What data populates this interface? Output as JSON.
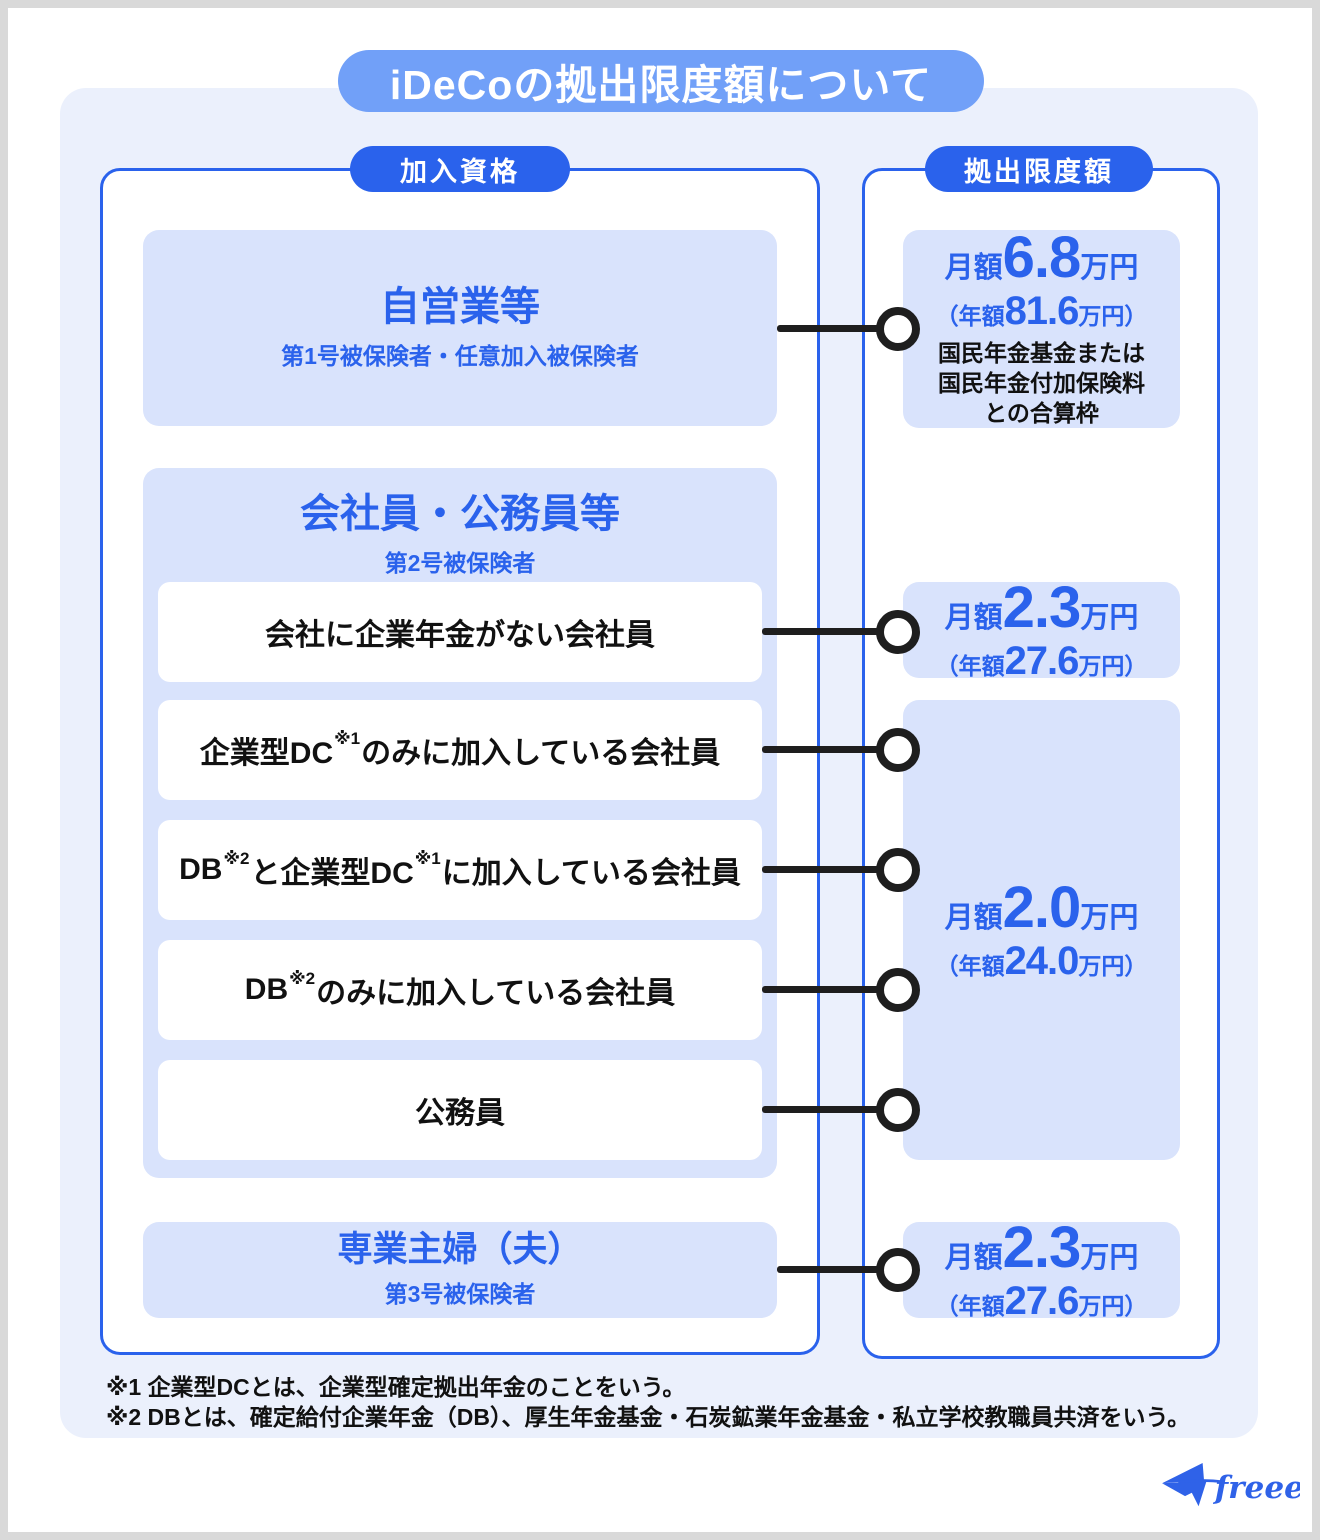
{
  "page": {
    "title": "iDeCoの拠出限度額について"
  },
  "colors": {
    "accent": "#2A62EC",
    "title_pill": "#71A0F8",
    "light_box": "#D9E3FC",
    "panel_bg": "#EBF0FC",
    "connector": "#1E1E1E"
  },
  "left_panel": {
    "header": "加入資格",
    "self_employed": {
      "title": "自営業等",
      "subtitle": "第1号被保険者・任意加入被保険者"
    },
    "employees": {
      "title": "会社員・公務員等",
      "subtitle": "第2号被保険者",
      "items": [
        {
          "segments": [
            {
              "text": "会社に企業年金がない会社員"
            }
          ]
        },
        {
          "segments": [
            {
              "text": "企業型DC"
            },
            {
              "text": "※1"
            },
            {
              "text": "のみに加入している会社員"
            }
          ]
        },
        {
          "segments": [
            {
              "text": "DB"
            },
            {
              "text": "※2"
            },
            {
              "text": "と企業型DC"
            },
            {
              "text": "※1"
            },
            {
              "text": "に加入している会社員"
            }
          ]
        },
        {
          "segments": [
            {
              "text": "DB"
            },
            {
              "text": "※2"
            },
            {
              "text": "のみに加入している会社員"
            }
          ]
        },
        {
          "segments": [
            {
              "text": "公務員"
            }
          ]
        }
      ]
    },
    "homemaker": {
      "title": "専業主婦（夫）",
      "subtitle": "第3号被保険者"
    }
  },
  "right_panel": {
    "header": "拠出限度額",
    "limits": [
      {
        "monthly_prefix": "月額",
        "monthly_value": "6.8",
        "monthly_unit": "万円",
        "annual_prefix": "（年額",
        "annual_value": "81.6",
        "annual_suffix": "万円）",
        "note_lines": [
          "国民年金基金または",
          "国民年金付加保険料",
          "との合算枠"
        ]
      },
      {
        "monthly_prefix": "月額",
        "monthly_value": "2.3",
        "monthly_unit": "万円",
        "annual_prefix": "（年額",
        "annual_value": "27.6",
        "annual_suffix": "万円）"
      },
      {
        "monthly_prefix": "月額",
        "monthly_value": "2.0",
        "monthly_unit": "万円",
        "annual_prefix": "（年額",
        "annual_value": "24.0",
        "annual_suffix": "万円）"
      },
      {
        "monthly_prefix": "月額",
        "monthly_value": "2.3",
        "monthly_unit": "万円",
        "annual_prefix": "（年額",
        "annual_value": "27.6",
        "annual_suffix": "万円）"
      }
    ]
  },
  "footnotes": [
    "※1 企業型DCとは、企業型確定拠出年金のことをいう。",
    "※2 DBとは、確定給付企業年金（DB）、厚生年金基金・石炭鉱業年金基金・私立学校教職員共済をいう。"
  ],
  "logo": {
    "text": "freee"
  }
}
